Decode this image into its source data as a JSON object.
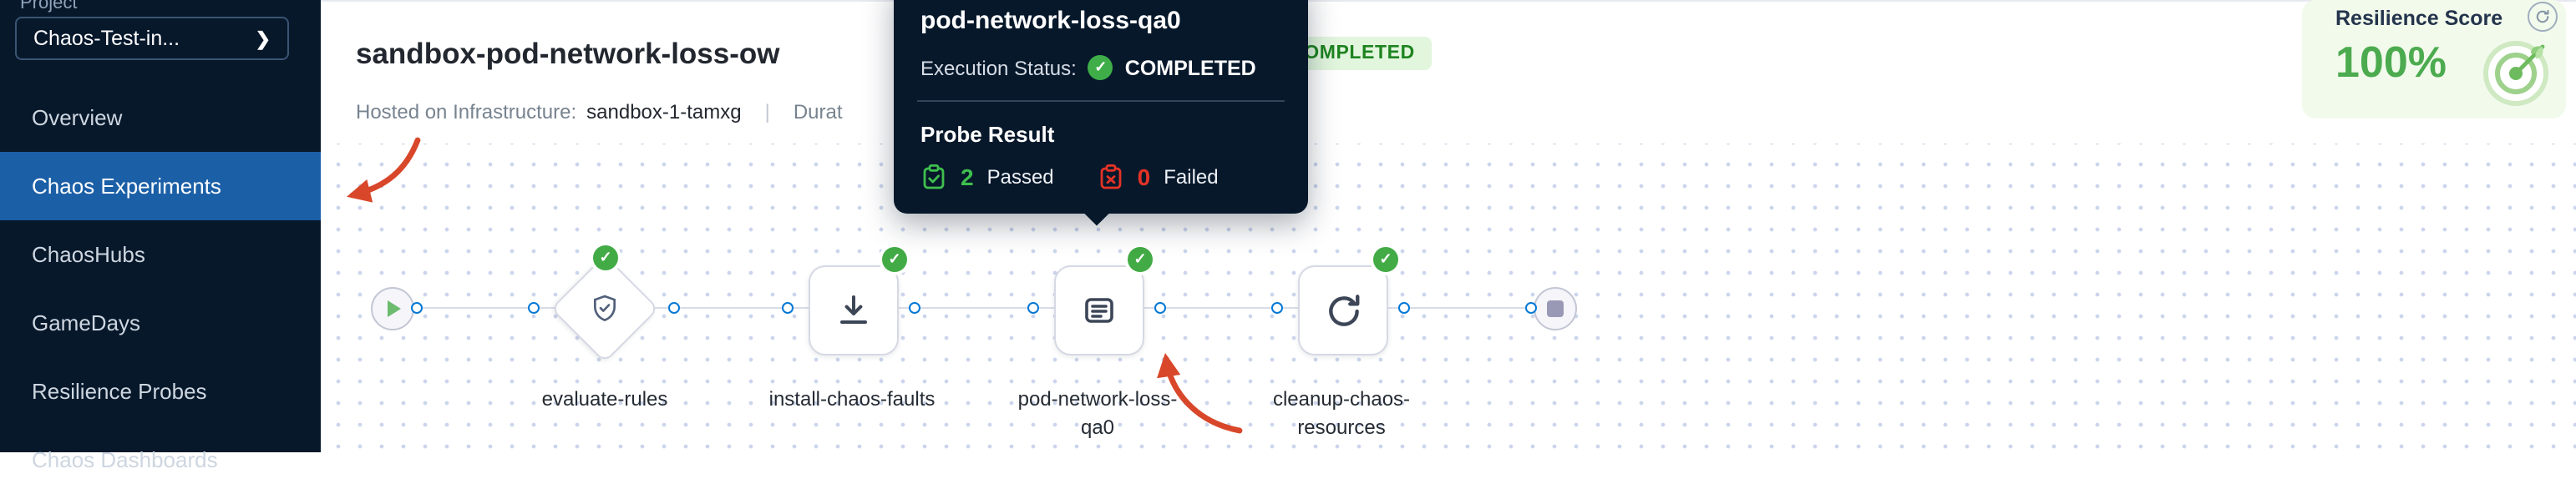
{
  "sidebar": {
    "project_label": "Project",
    "project_selector": {
      "value": "Chaos-Test-in...",
      "chevron": "❯"
    },
    "items": [
      {
        "label": "Overview",
        "selected": false
      },
      {
        "label": "Chaos Experiments",
        "selected": true
      },
      {
        "label": "ChaosHubs",
        "selected": false
      },
      {
        "label": "GameDays",
        "selected": false
      },
      {
        "label": "Resilience Probes",
        "selected": false
      },
      {
        "label": "Chaos Dashboards",
        "selected": false
      }
    ]
  },
  "header": {
    "title": "sandbox-pod-network-loss-ow",
    "infra_label": "Hosted on Infrastructure:",
    "infra_value": "sandbox-1-tamxg",
    "separator": "|",
    "duration_label": "Durat",
    "status_badge": "COMPLETED"
  },
  "tooltip": {
    "title": "pod-network-loss-qa0",
    "execution_status_label": "Execution Status:",
    "execution_status_value": "COMPLETED",
    "probe_result_title": "Probe Result",
    "passed_count": "2",
    "passed_label": "Passed",
    "failed_count": "0",
    "failed_label": "Failed"
  },
  "pipeline": {
    "nodes": [
      {
        "id": "start",
        "type": "start"
      },
      {
        "id": "evaluate-rules",
        "label": "evaluate-rules",
        "shape": "diamond",
        "icon": "shield-check-icon",
        "status": "success"
      },
      {
        "id": "install-chaos-faults",
        "label": "install-chaos-faults",
        "shape": "square",
        "icon": "download-icon",
        "status": "success"
      },
      {
        "id": "pod-network-loss-qa0",
        "label": "pod-network-loss-qa0",
        "shape": "square",
        "icon": "experiment-icon",
        "status": "success"
      },
      {
        "id": "cleanup-chaos-resources",
        "label": "cleanup-chaos-resources",
        "shape": "square",
        "icon": "refresh-icon",
        "status": "success"
      },
      {
        "id": "end",
        "type": "end"
      }
    ],
    "badge_check": "✓"
  },
  "resilience": {
    "label": "Resilience Score",
    "score": "100%"
  },
  "colors": {
    "sidebar_bg": "#07182b",
    "selected_nav_bg": "#1b5fa7",
    "accent_blue": "#0278d5",
    "success_green": "#42ab45",
    "badge_bg": "#e2f6de",
    "badge_text": "#1e8420",
    "fail_red": "#e43326",
    "annotation_arrow": "#d9472b",
    "resilience_card_bg": "#f2faec",
    "resilience_score_green": "#4cab4f",
    "tooltip_bg": "#07182b"
  }
}
